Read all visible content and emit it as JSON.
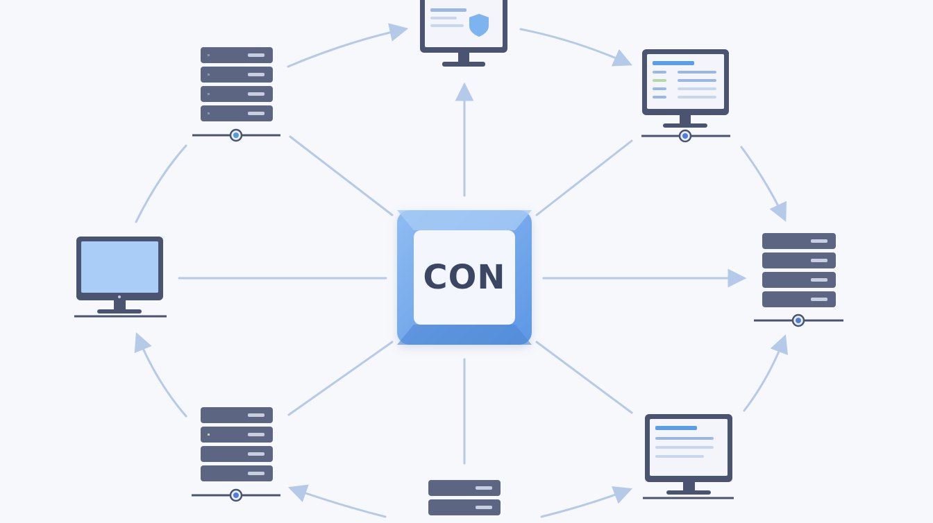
{
  "hub": {
    "label": "CON",
    "color": "#6ea6ec",
    "inner_color": "#f3f7fd"
  },
  "colors": {
    "background": "#f7f8fb",
    "server": "#5c6683",
    "server_dark": "#3f4862",
    "monitor_frame": "#4a5470",
    "monitor_screen_blue": "#a9cdf6",
    "monitor_screen_doc": "#f3f5fa",
    "doc_line": "#9bb8e4",
    "doc_accent": "#5b9ee8",
    "connector": "#b5c9e8",
    "network_node": "#4f7fd6"
  },
  "nodes": [
    {
      "name": "server-top-left",
      "kind": "server-icon"
    },
    {
      "name": "monitor-top",
      "kind": "monitor-doc-shield-icon"
    },
    {
      "name": "monitor-top-right",
      "kind": "monitor-doc-icon"
    },
    {
      "name": "monitor-left",
      "kind": "monitor-blank-icon"
    },
    {
      "name": "server-right",
      "kind": "server-icon"
    },
    {
      "name": "server-bottom-left",
      "kind": "server-icon"
    },
    {
      "name": "server-bottom",
      "kind": "server-icon"
    },
    {
      "name": "monitor-bottom-right",
      "kind": "monitor-doc-icon"
    }
  ]
}
